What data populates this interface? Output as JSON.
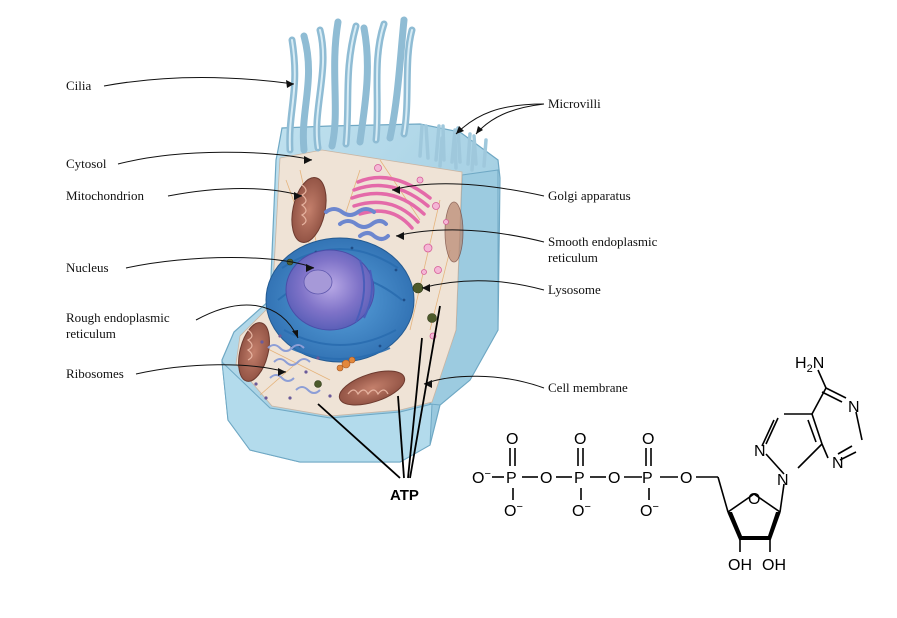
{
  "labels": {
    "cilia": "Cilia",
    "microvilli": "Microvilli",
    "cytosol": "Cytosol",
    "mitochondrion": "Mitochondrion",
    "golgi": "Golgi apparatus",
    "smooth_er_line1": "Smooth endoplasmic",
    "smooth_er_line2": "reticulum",
    "nucleus": "Nucleus",
    "lysosome": "Lysosome",
    "rough_er_line1": "Rough endoplasmic",
    "rough_er_line2": "reticulum",
    "ribosomes": "Ribosomes",
    "cell_membrane": "Cell membrane",
    "atp": "ATP"
  },
  "molecule": {
    "amine": "H",
    "amine_sub": "2",
    "amine_n": "N",
    "n": "N",
    "o": "O",
    "p": "P",
    "o_minus": "O",
    "minus": "−",
    "oh": "OH"
  },
  "colors": {
    "membrane": "#a9d3e6",
    "membrane_dark": "#7fb6d0",
    "cytosol": "#efe3d8",
    "nucleus_outer": "#3f86c8",
    "nucleus_inner": "#8f7fcf",
    "mitochondria": "#a86a5a",
    "golgi": "#e66fae",
    "cilia": "#9fc8dc"
  }
}
